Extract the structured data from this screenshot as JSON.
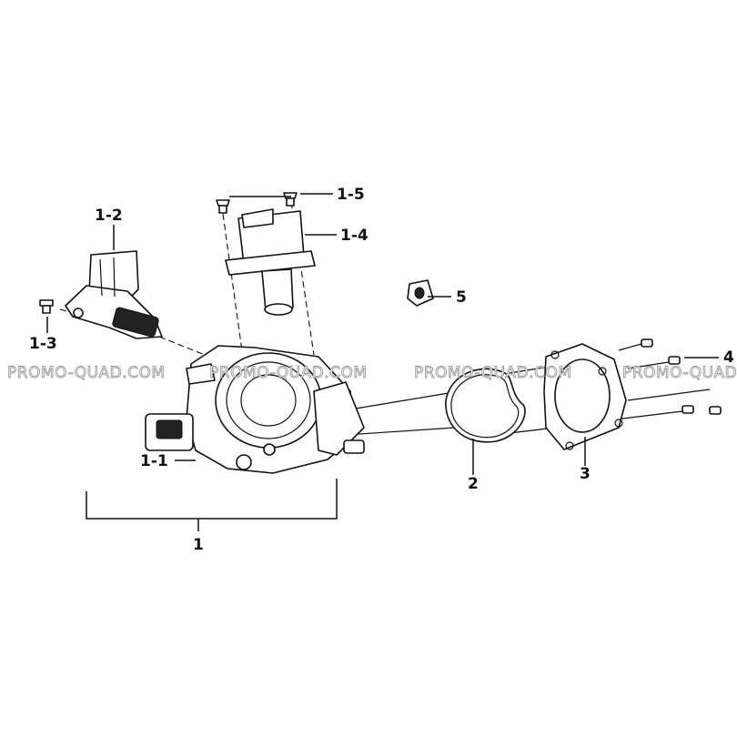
{
  "callouts": {
    "c1": "1",
    "c1_1": "1-1",
    "c1_2": "1-2",
    "c1_3": "1-3",
    "c1_4": "1-4",
    "c1_5": "1-5",
    "c2": "2",
    "c3": "3",
    "c4": "4",
    "c5": "5"
  },
  "watermarks": [
    "PROMO-QUAD.COM",
    "PROMO-QUAD.COM",
    "PROMO-QUAD.COM",
    "PROMO-QUAD.COM"
  ],
  "colors": {
    "ink": "#111111",
    "watermark": "#9a9a9a",
    "background": "#ffffff"
  }
}
